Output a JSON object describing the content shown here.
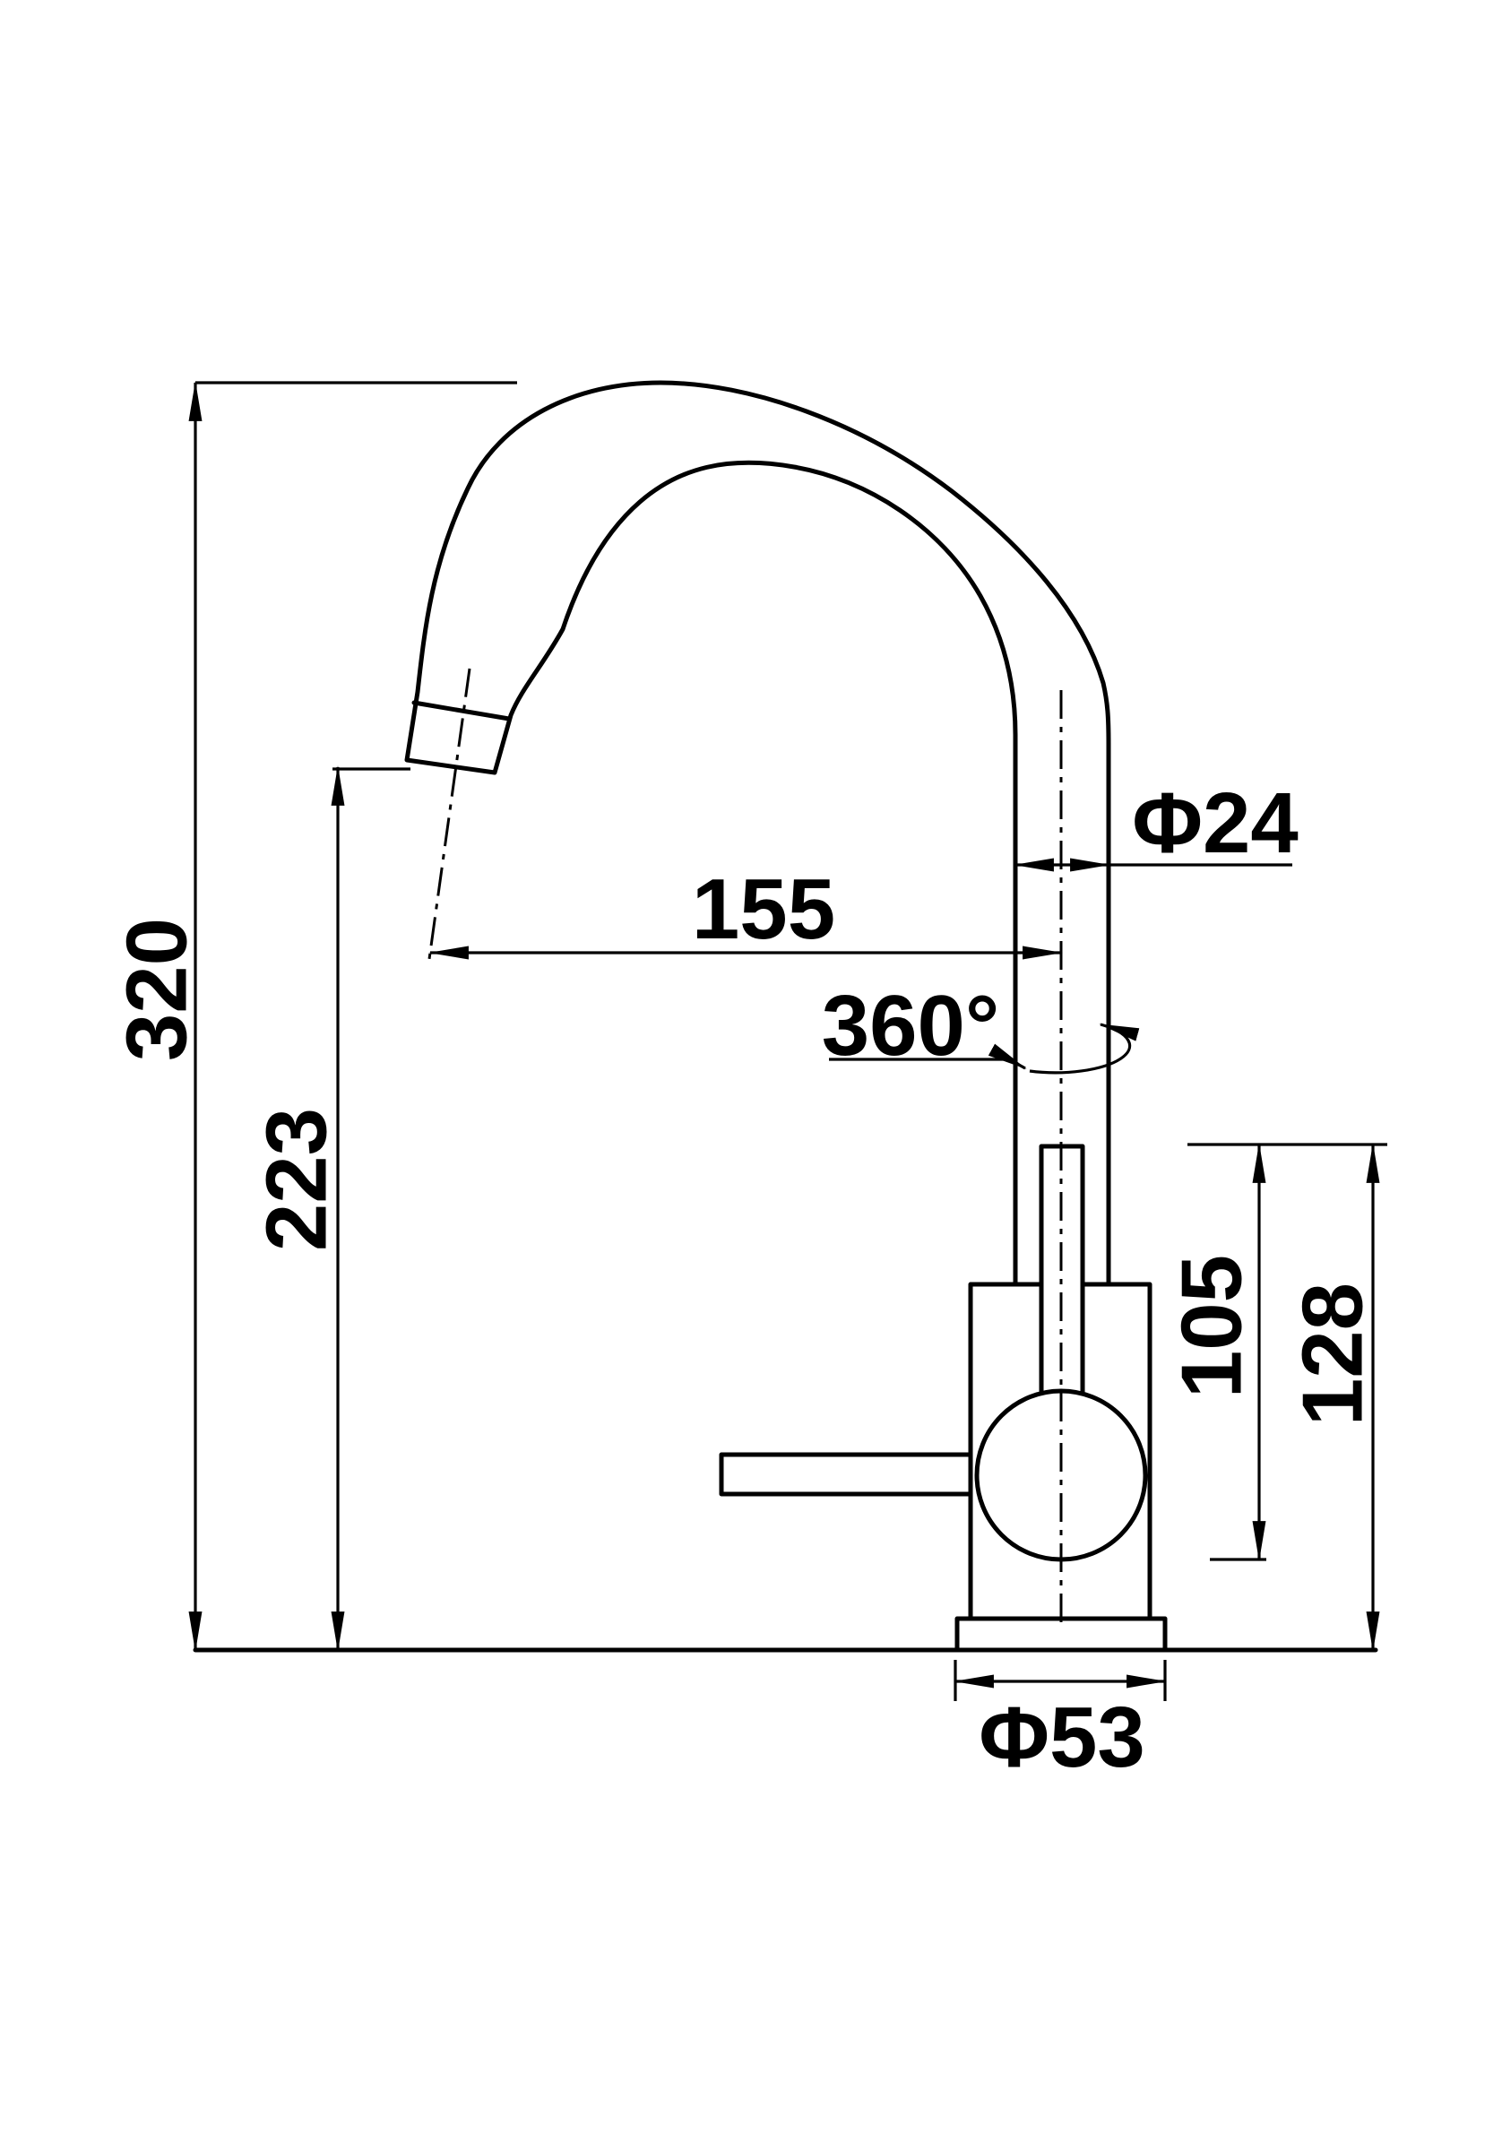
{
  "drawing": {
    "dimensions": {
      "total_height": "320",
      "spout_height": "223",
      "spout_reach": "155",
      "spout_tube_diameter": "Φ24",
      "swivel_angle": "360°",
      "upper_body_height": "105",
      "body_height": "128",
      "base_diameter": "Φ53"
    }
  }
}
